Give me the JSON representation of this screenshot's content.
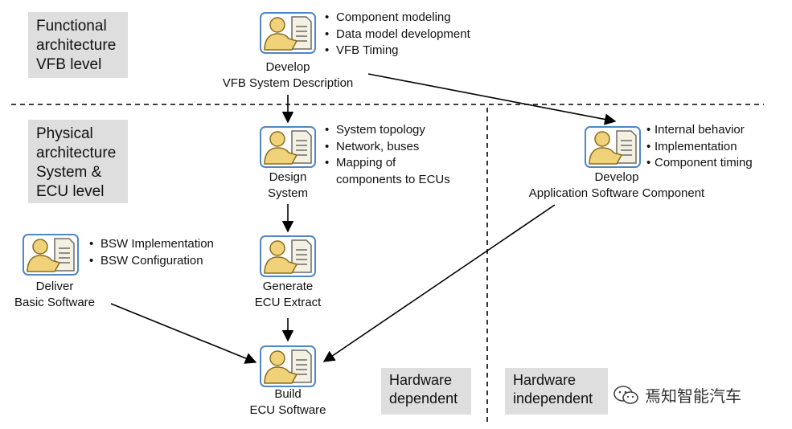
{
  "layers": {
    "functional": [
      "Functional",
      "architecture",
      "VFB level"
    ],
    "physical": [
      "Physical",
      "architecture",
      "System &",
      "ECU level"
    ],
    "hw_dependent": [
      "Hardware",
      "dependent"
    ],
    "hw_independent": [
      "Hardware",
      "independent"
    ]
  },
  "activities": {
    "develop_vfb": {
      "label": [
        "Develop",
        "VFB System Description"
      ],
      "bullets": [
        "Component modeling",
        "Data model development",
        "VFB Timing"
      ]
    },
    "design_system": {
      "label": [
        "Design",
        "System"
      ],
      "bullets": [
        "System topology",
        "Network, buses",
        "Mapping of",
        "components to ECUs"
      ]
    },
    "develop_swc": {
      "label": [
        "Develop",
        "Application Software Component"
      ],
      "bullets": [
        "Internal behavior",
        "Implementation",
        "Component timing"
      ]
    },
    "deliver_bsw": {
      "label": [
        "Deliver",
        "Basic Software"
      ],
      "bullets": [
        "BSW Implementation",
        "BSW Configuration"
      ]
    },
    "generate_extract": {
      "label": [
        "Generate",
        "ECU Extract"
      ]
    },
    "build_ecu": {
      "label": [
        "Build",
        "ECU Software"
      ]
    }
  },
  "watermark": "焉知智能汽车",
  "icon": "activity-person-document-icon"
}
